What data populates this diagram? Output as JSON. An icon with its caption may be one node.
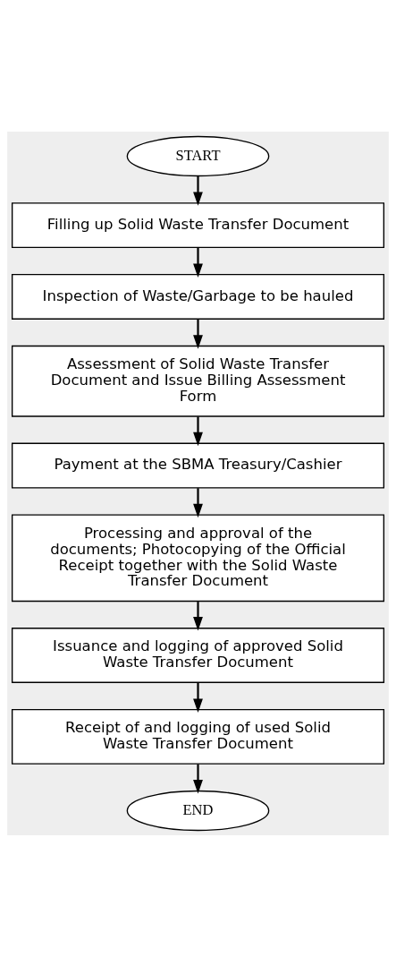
{
  "diagram": {
    "nodes": [
      {
        "text": [
          "START"
        ]
      },
      {
        "text": [
          "Filling up Solid Waste Transfer Document"
        ]
      },
      {
        "text": [
          "Inspection of Waste/Garbage to be hauled"
        ]
      },
      {
        "text": [
          "Assessment of Solid Waste Transfer Document and Issue Billing Assessment Form"
        ]
      },
      {
        "text": [
          "Payment at the SBMA Treasury/Cashier"
        ]
      },
      {
        "text": [
          "Processing and approval of the documents; Photocopying of the Official Receipt together with the Solid Waste Transfer Document"
        ]
      },
      {
        "text": [
          "Issuance and logging of approved Solid Waste Transfer Document"
        ]
      },
      {
        "text": [
          "Receipt of and logging of used Solid Waste Transfer Document"
        ]
      },
      {
        "text": [
          "END"
        ]
      }
    ],
    "edges": [
      {
        "from": 0,
        "to": 1,
        "arrow": "to"
      },
      {
        "from": 1,
        "to": 2,
        "arrow": "to"
      },
      {
        "from": 2,
        "to": 3,
        "arrow": "to"
      },
      {
        "from": 3,
        "to": 4,
        "arrow": "to"
      },
      {
        "from": 4,
        "to": 5,
        "arrow": "to"
      },
      {
        "from": 5,
        "to": 6,
        "arrow": "to"
      },
      {
        "from": 6,
        "to": 7,
        "arrow": "to"
      },
      {
        "from": 7,
        "to": 8,
        "arrow": "to"
      }
    ]
  }
}
